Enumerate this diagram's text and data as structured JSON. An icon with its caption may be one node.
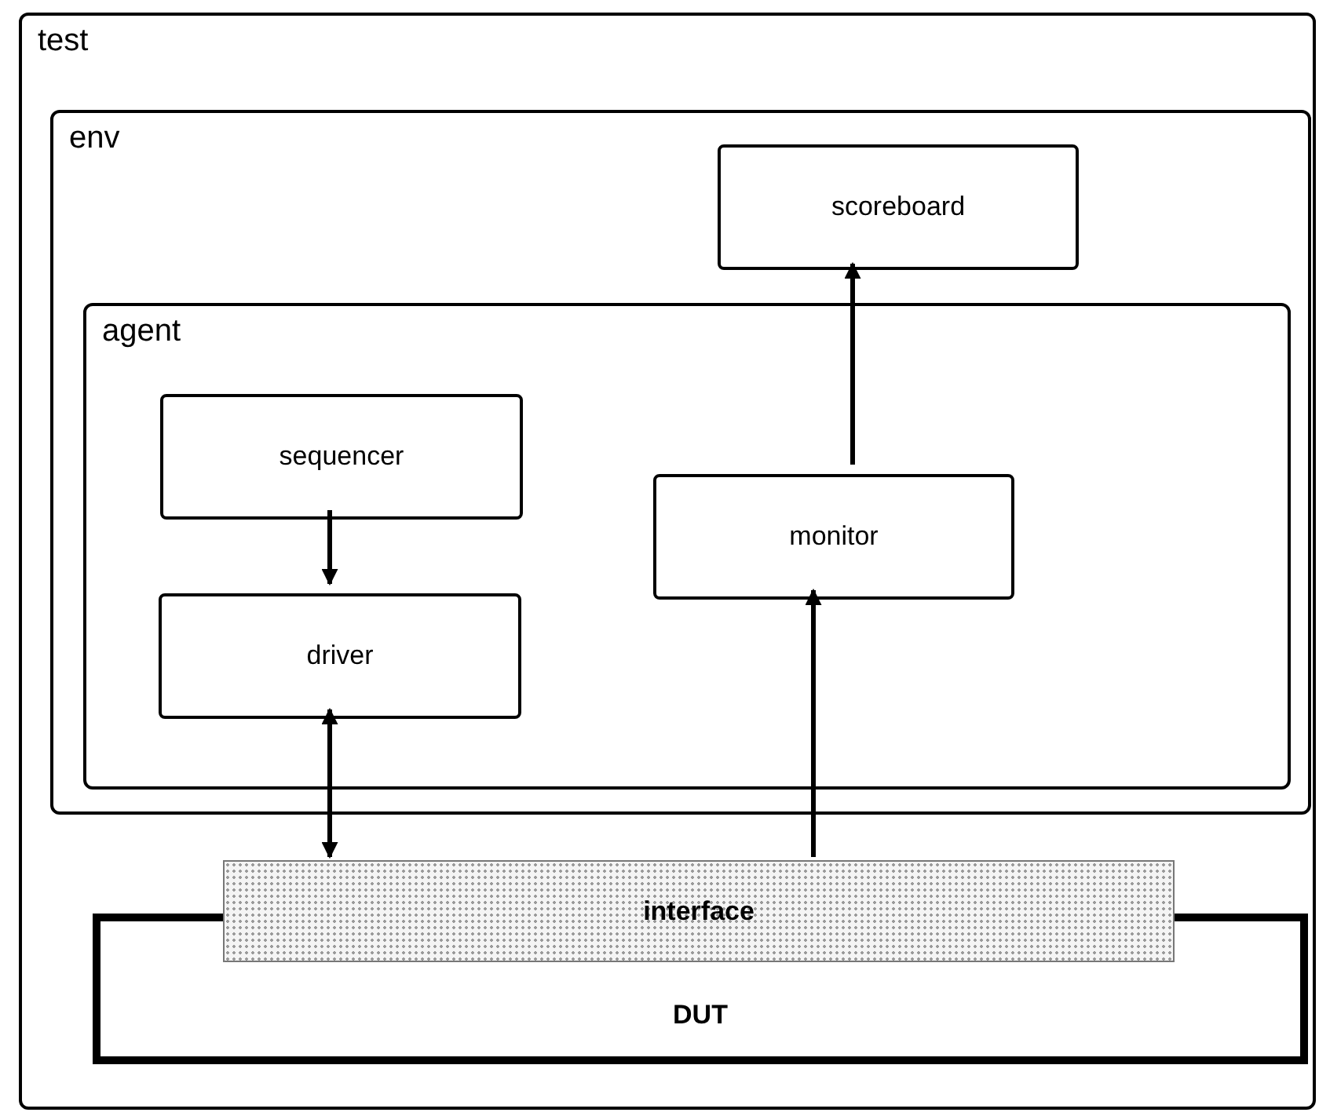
{
  "diagram": {
    "nodes": [
      {
        "text": [
          "test"
        ]
      },
      {
        "text": [
          "env"
        ],
        "in": 0
      },
      {
        "text": [
          "scoreboard"
        ],
        "in": 1
      },
      {
        "text": [
          "agent"
        ],
        "in": 1
      },
      {
        "text": [
          "sequencer"
        ],
        "in": 3
      },
      {
        "text": [
          "driver"
        ],
        "in": 3
      },
      {
        "text": [
          "monitor"
        ],
        "in": 3
      },
      {
        "text": [
          "interface"
        ],
        "in": 0
      },
      {
        "text": [
          "DUT"
        ],
        "in": 0
      }
    ],
    "edges": [
      {
        "from": 4,
        "to": 5,
        "arrow": "to"
      },
      {
        "from": 5,
        "to": 7,
        "arrow": "both"
      },
      {
        "from": 7,
        "to": 6,
        "arrow": "to"
      },
      {
        "from": 6,
        "to": 2,
        "arrow": "to"
      }
    ]
  }
}
